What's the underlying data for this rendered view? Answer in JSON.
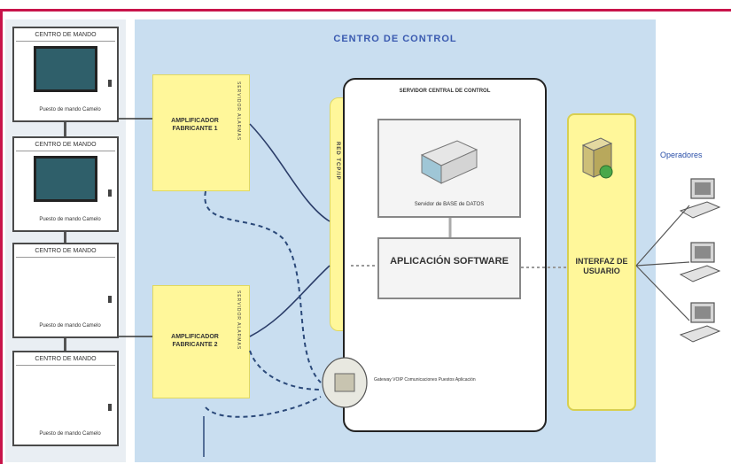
{
  "sites": [
    {
      "title": "CENTRO DE MANDO",
      "caption": "Puesto de mando Camelo",
      "screen": "display"
    },
    {
      "title": "CENTRO DE MANDO",
      "caption": "Puesto de mando Camelo",
      "screen": "display"
    },
    {
      "title": "CENTRO DE MANDO",
      "caption": "Puesto de mando Camelo",
      "screen": "blank"
    },
    {
      "title": "CENTRO DE MANDO",
      "caption": "Puesto de mando Camelo",
      "screen": "blank"
    }
  ],
  "control_center": {
    "title": "CENTRO DE CONTROL",
    "amplifier_1": "AMPLIFICADOR FABRICANTE 1",
    "amplifier_2": "AMPLIFICADOR FABRICANTE 2",
    "amplifier_side_text": "SERVIDOR ALARMAS",
    "bus_label": "RED TCP/IP",
    "inner_panel_title": "SERVIDOR CENTRAL DE CONTROL",
    "server_caption": "Servidor de BASE de DATOS",
    "app_label": "APLICACIÓN SOFTWARE",
    "gateway_label": "Gateway VOIP Comunicaciones Puestos Aplicación",
    "user_interface_label": "INTERFAZ DE USUARIO"
  },
  "operators": {
    "label": "Operadores",
    "count": 3
  },
  "colors": {
    "frame": "#c8144a",
    "center_bg": "#c9def0",
    "yellow": "#fff79a",
    "title_blue": "#3a5ab0",
    "dashed_line": "#2c4a7a"
  }
}
